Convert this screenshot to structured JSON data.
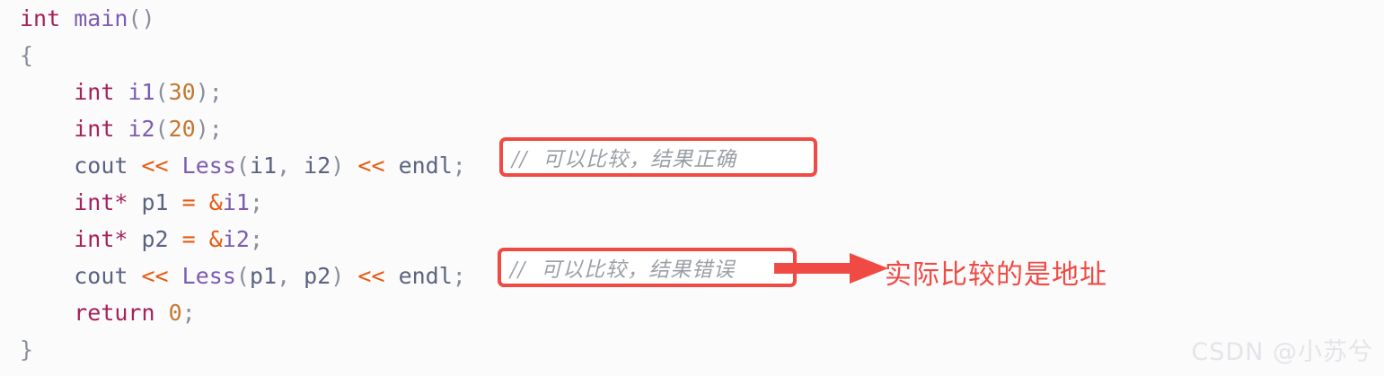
{
  "editor": {
    "background_color": "#fbfbfc",
    "language": "C++",
    "code_lines": [
      {
        "id": "line-1",
        "indent": 0,
        "tokens": [
          {
            "text": "int",
            "type": "keyword"
          },
          {
            "text": " ",
            "type": "plain"
          },
          {
            "text": "main",
            "type": "function"
          },
          {
            "text": "()",
            "type": "punctuation"
          }
        ]
      },
      {
        "id": "line-2",
        "indent": 0,
        "tokens": [
          {
            "text": "{",
            "type": "brace"
          }
        ]
      },
      {
        "id": "line-3",
        "indent": 1,
        "tokens": [
          {
            "text": "int",
            "type": "keyword"
          },
          {
            "text": " ",
            "type": "plain"
          },
          {
            "text": "i1",
            "type": "function"
          },
          {
            "text": "(",
            "type": "punctuation"
          },
          {
            "text": "30",
            "type": "number"
          },
          {
            "text": ");",
            "type": "punctuation"
          }
        ]
      },
      {
        "id": "line-4",
        "indent": 1,
        "tokens": [
          {
            "text": "int",
            "type": "keyword"
          },
          {
            "text": " ",
            "type": "plain"
          },
          {
            "text": "i2",
            "type": "function"
          },
          {
            "text": "(",
            "type": "punctuation"
          },
          {
            "text": "20",
            "type": "number"
          },
          {
            "text": ");",
            "type": "punctuation"
          }
        ]
      },
      {
        "id": "line-5",
        "indent": 1,
        "tokens": [
          {
            "text": "cout",
            "type": "variable"
          },
          {
            "text": " ",
            "type": "plain"
          },
          {
            "text": "<<",
            "type": "operator"
          },
          {
            "text": " ",
            "type": "plain"
          },
          {
            "text": "Less",
            "type": "function"
          },
          {
            "text": "(",
            "type": "punctuation"
          },
          {
            "text": "i1",
            "type": "variable"
          },
          {
            "text": ", ",
            "type": "punctuation"
          },
          {
            "text": "i2",
            "type": "variable"
          },
          {
            "text": ")",
            "type": "punctuation"
          },
          {
            "text": " ",
            "type": "plain"
          },
          {
            "text": "<<",
            "type": "operator"
          },
          {
            "text": " ",
            "type": "plain"
          },
          {
            "text": "endl",
            "type": "variable"
          },
          {
            "text": ";",
            "type": "punctuation"
          }
        ]
      },
      {
        "id": "line-6",
        "indent": 1,
        "tokens": [
          {
            "text": "int*",
            "type": "keyword"
          },
          {
            "text": " ",
            "type": "plain"
          },
          {
            "text": "p1",
            "type": "variable"
          },
          {
            "text": " ",
            "type": "plain"
          },
          {
            "text": "=",
            "type": "operator"
          },
          {
            "text": " ",
            "type": "plain"
          },
          {
            "text": "&",
            "type": "operator"
          },
          {
            "text": "i1",
            "type": "function"
          },
          {
            "text": ";",
            "type": "punctuation"
          }
        ]
      },
      {
        "id": "line-7",
        "indent": 1,
        "tokens": [
          {
            "text": "int*",
            "type": "keyword"
          },
          {
            "text": " ",
            "type": "plain"
          },
          {
            "text": "p2",
            "type": "variable"
          },
          {
            "text": " ",
            "type": "plain"
          },
          {
            "text": "=",
            "type": "operator"
          },
          {
            "text": " ",
            "type": "plain"
          },
          {
            "text": "&",
            "type": "operator"
          },
          {
            "text": "i2",
            "type": "function"
          },
          {
            "text": ";",
            "type": "punctuation"
          }
        ]
      },
      {
        "id": "line-8",
        "indent": 1,
        "tokens": [
          {
            "text": "cout",
            "type": "variable"
          },
          {
            "text": " ",
            "type": "plain"
          },
          {
            "text": "<<",
            "type": "operator"
          },
          {
            "text": " ",
            "type": "plain"
          },
          {
            "text": "Less",
            "type": "function"
          },
          {
            "text": "(",
            "type": "punctuation"
          },
          {
            "text": "p1",
            "type": "variable"
          },
          {
            "text": ", ",
            "type": "punctuation"
          },
          {
            "text": "p2",
            "type": "variable"
          },
          {
            "text": ")",
            "type": "punctuation"
          },
          {
            "text": " ",
            "type": "plain"
          },
          {
            "text": "<<",
            "type": "operator"
          },
          {
            "text": " ",
            "type": "plain"
          },
          {
            "text": "endl",
            "type": "variable"
          },
          {
            "text": ";",
            "type": "punctuation"
          }
        ]
      },
      {
        "id": "line-9",
        "indent": 1,
        "tokens": [
          {
            "text": "return",
            "type": "keyword"
          },
          {
            "text": " ",
            "type": "plain"
          },
          {
            "text": "0",
            "type": "number"
          },
          {
            "text": ";",
            "type": "punctuation"
          }
        ]
      },
      {
        "id": "line-10",
        "indent": 0,
        "tokens": [
          {
            "text": "}",
            "type": "brace"
          }
        ]
      }
    ]
  },
  "annotations": {
    "accent_color": "#f04a44",
    "comment_color": "#9aa0a6",
    "comment_box_1": {
      "text": "//  可以比较，结果正确",
      "line_ref": "line-5"
    },
    "comment_box_2": {
      "text": "//  可以比较，结果错误",
      "line_ref": "line-8"
    },
    "callout_note": {
      "text": "实际比较的是地址",
      "arrow": "right-arrow"
    }
  },
  "watermark": {
    "text": "CSDN @小苏兮"
  }
}
